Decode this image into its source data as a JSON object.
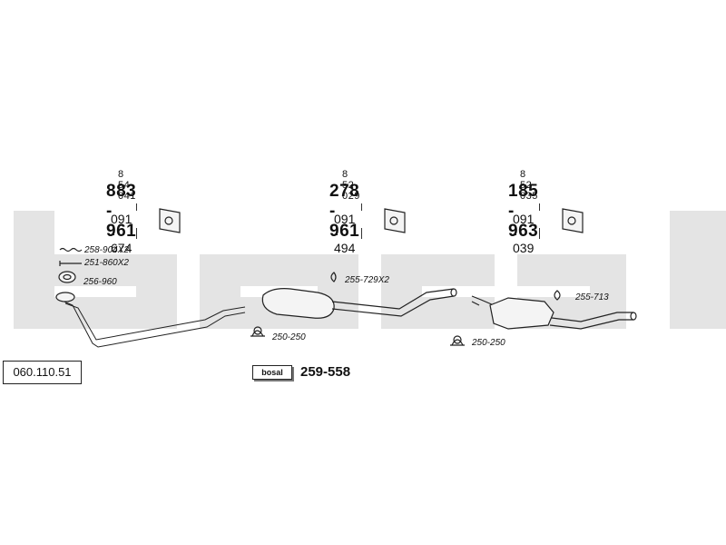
{
  "reference_number": "060.110.51",
  "watermark_brand": "bosal",
  "assemblies": [
    {
      "small_number": "8 54 041",
      "main_number": "883 - 961",
      "hanger_number": "091 - 674"
    },
    {
      "small_number": "8 52 029",
      "main_number": "278 - 961",
      "hanger_number": "091 - 494"
    },
    {
      "small_number": "8 52 035",
      "main_number": "185 - 963",
      "hanger_number": "091 - 039"
    }
  ],
  "labels": {
    "spring": "258-904X2",
    "bolt": "251-860X2",
    "gasket": "256-960",
    "ring_mid": "255-729X2",
    "clamp_mid": "250-250",
    "clamp_rear": "250-250",
    "ring_rear": "255-713",
    "kit_number": "259-558",
    "kit_logo": "bosal"
  },
  "colors": {
    "watermark": "#e4e4e4",
    "line": "#222222",
    "part_fill": "#f4f4f4"
  }
}
